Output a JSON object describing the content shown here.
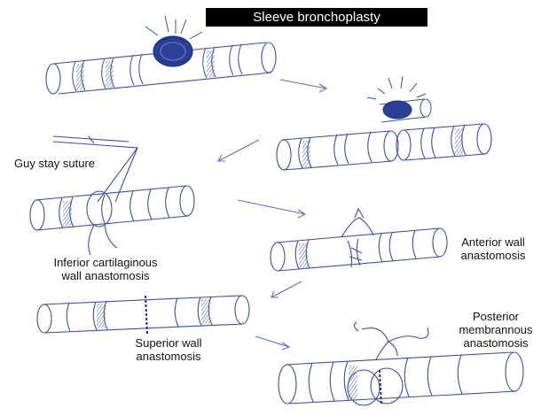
{
  "title": "Sleeve bronchoplasty",
  "labels": {
    "guy_stay": "Guy stay suture",
    "inferior_line1": "Inferior cartilaginous",
    "inferior_line2": "wall anastomosis",
    "anterior_line1": "Anterior wall",
    "anterior_line2": "anastomosis",
    "superior_line1": "Superior wall",
    "superior_line2": "anastomosis",
    "posterior_line1": "Posterior",
    "posterior_line2": "membrannous",
    "posterior_line3": "anastomosis"
  },
  "colors": {
    "ink": "#3a4fa0",
    "ink_dark": "#1f2f7a",
    "shade": "#8c9ad0",
    "title_bg": "#000000",
    "title_text": "#ffffff"
  }
}
